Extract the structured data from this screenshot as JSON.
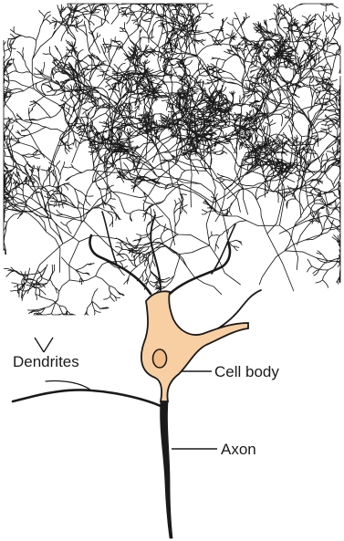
{
  "diagram": {
    "labels": {
      "dendrites": "Dendrites",
      "cell_body": "Cell body",
      "axon": "Axon"
    },
    "colors": {
      "ink": "#1a1a1a",
      "soma_fill": "#f7cfa3",
      "nucleus_fill": "#f2bd86"
    },
    "parts": [
      "dendritic-tree",
      "cell-body",
      "nucleus",
      "axon",
      "leader-lines"
    ]
  }
}
